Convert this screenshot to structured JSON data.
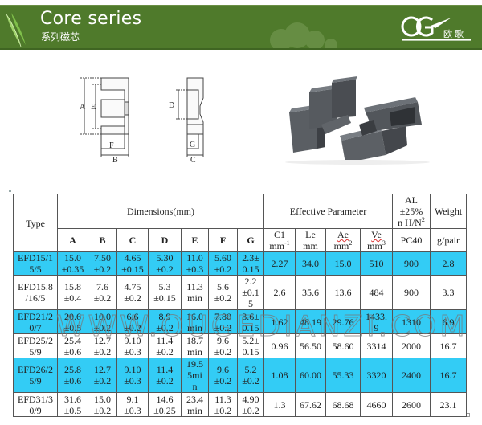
{
  "banner": {
    "title": "Core series",
    "subtitle": "系列磁芯",
    "logo_mark": "OG",
    "logo_text": "欧歌",
    "background_color": "#4f7a2b"
  },
  "drawing": {
    "front_view_labels": {
      "A": "A",
      "E": "E",
      "F": "F",
      "B": "B"
    },
    "side_view_labels": {
      "D": "D",
      "G": "G",
      "C": "C"
    }
  },
  "photo": {
    "alt": "EFD ferrite core pair product photo"
  },
  "table": {
    "headers": {
      "type": "Type",
      "dimensions": "Dimensions(mm)",
      "effective": "Effective Parameter",
      "al_line1": "AL",
      "al_line2": "±25%",
      "al_line3": "n H/N",
      "al_sup": "2",
      "weight": "Weight"
    },
    "subheaders": {
      "A": "A",
      "B": "B",
      "C": "C",
      "D": "D",
      "E": "E",
      "F": "F",
      "G": "G",
      "c1_top": "C1",
      "c1_bot": "mm",
      "c1_sup": "-1",
      "le_top": "Le",
      "le_bot": "mm",
      "ae_top": "Ae",
      "ae_bot": "mm",
      "ae_sup": "2",
      "ve_top": "Ve",
      "ve_bot": "mm",
      "ve_sup": "3",
      "pc40": "PC40",
      "gpair": "g/pair"
    },
    "highlight_color": "#33ccf5",
    "rows": [
      {
        "type": [
          "EFD15/1",
          "5/5"
        ],
        "A": [
          "15.0",
          "±0.35"
        ],
        "B": [
          "7.50",
          "±0.2"
        ],
        "C": [
          "4.65",
          "±0.15"
        ],
        "D": [
          "5.30",
          "±0.2"
        ],
        "E": [
          "11.0",
          "±0.3"
        ],
        "F": [
          "5.60",
          "±0.2"
        ],
        "G": [
          "2.3±",
          "0.15"
        ],
        "C1": "2.27",
        "Le": "34.0",
        "Ae": "15.0",
        "Ve": "510",
        "AL": "900",
        "Weight": "2.8",
        "highlight": true
      },
      {
        "type": [
          "EFD15.8",
          "/16/5"
        ],
        "A": [
          "15.8",
          "±0.4"
        ],
        "B": [
          "7.6",
          "±0.2"
        ],
        "C": [
          "4.75",
          "±0.2"
        ],
        "D": [
          "5.3",
          "±0.15"
        ],
        "E": [
          "11.3",
          "min"
        ],
        "F": [
          "5.6",
          "±0.2"
        ],
        "G": [
          "2.2",
          "±0.1",
          "5"
        ],
        "C1": "2.6",
        "Le": "35.6",
        "Ae": "13.6",
        "Ve": "484",
        "AL": "900",
        "Weight": "3.3",
        "highlight": false
      },
      {
        "type": [
          "EFD21/2",
          "0/7"
        ],
        "A": [
          "20.6",
          "±0.5"
        ],
        "B": [
          "10.0",
          "±0.2"
        ],
        "C": [
          "6.6",
          "±0.2"
        ],
        "D": [
          "8.9",
          "±0.2"
        ],
        "E": [
          "16.0",
          "min"
        ],
        "F": [
          "7.80",
          "±0.2"
        ],
        "G": [
          "3.6±",
          "0.15"
        ],
        "C1": "1.62",
        "Le": "48.19",
        "Ae": "29.76",
        "Ve": [
          "1433.",
          "9"
        ],
        "AL": "1310",
        "Weight": "6.9",
        "highlight": true
      },
      {
        "type": [
          "EFD25/2",
          "5/9"
        ],
        "A": [
          "25.4",
          "±0.6"
        ],
        "B": [
          "12.7",
          "±0.2"
        ],
        "C": [
          "9.10",
          "±0.3"
        ],
        "D": [
          "11.4",
          "±0.2"
        ],
        "E": [
          "18.7",
          "min"
        ],
        "F": [
          "9.6",
          "±0.2"
        ],
        "G": [
          "5.2±",
          "0.15"
        ],
        "C1": "0.96",
        "Le": "56.50",
        "Ae": "58.60",
        "Ve": "3314",
        "AL": "2000",
        "Weight": "16.7",
        "highlight": false
      },
      {
        "type": [
          "EFD26/2",
          "5/9"
        ],
        "A": [
          "25.8",
          "±0.6"
        ],
        "B": [
          "12.7",
          "±0.2"
        ],
        "C": [
          "9.10",
          "±0.3"
        ],
        "D": [
          "11.4",
          "±0.2"
        ],
        "E": [
          "19.5",
          "5mi",
          "n"
        ],
        "F": [
          "9.6",
          "±0.2"
        ],
        "G": [
          "5.2",
          "±0.2"
        ],
        "C1": "1.08",
        "Le": "60.00",
        "Ae": "55.33",
        "Ve": "3320",
        "AL": "2400",
        "Weight": "16.7",
        "highlight": true
      },
      {
        "type": [
          "EFD31/3",
          "0/9"
        ],
        "A": [
          "31.6",
          "±0.5"
        ],
        "B": [
          "15.0",
          "±0.2"
        ],
        "C": [
          "9.1",
          "±0.3"
        ],
        "D": [
          "14.6",
          "±0.25"
        ],
        "E": [
          "23.4",
          "min"
        ],
        "F": [
          "11.3",
          "±0.2"
        ],
        "G": [
          "4.90",
          "±0.2"
        ],
        "C1": "1.3",
        "Le": "67.62",
        "Ae": "68.68",
        "Ve": "4660",
        "AL": "2600",
        "Weight": "23.1",
        "highlight": false
      }
    ]
  },
  "watermark": "WWW.OUGEDIANZI.COM"
}
